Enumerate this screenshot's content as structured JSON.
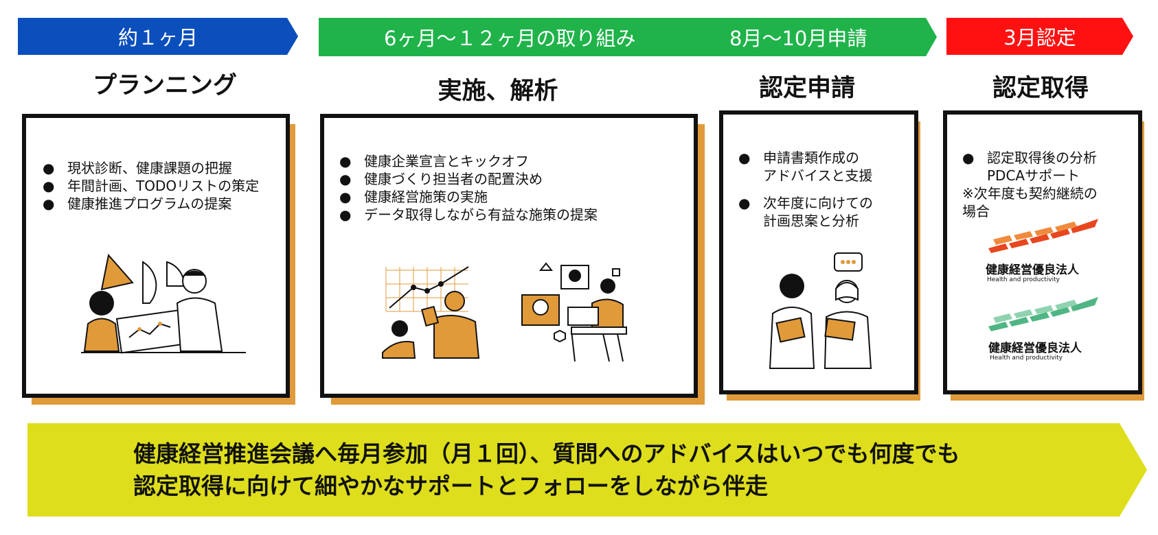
{
  "phases": {
    "phase1_label": "約１ヶ月",
    "phase2_label": "6ヶ月～１２ヶ月の取り組み",
    "phase3_label": "8月～10月申請",
    "phase4_label": "3月認定"
  },
  "steps": [
    {
      "title": "プランニング",
      "bullets": [
        "現状診断、健康課題の把握",
        "年間計画、TODOリストの策定",
        "健康推進プログラムの提案"
      ]
    },
    {
      "title": "実施、解析",
      "bullets": [
        "健康企業宣言とキックオフ",
        "健康づくり担当者の配置決め",
        "健康経営施策の実施",
        "データ取得しながら有益な施策の提案"
      ]
    },
    {
      "title": "認定申請",
      "bullets": [
        {
          "line1": "申請書類作成の",
          "line2": "アドバイスと支援"
        },
        {
          "line1": "次年度に向けての",
          "line2": "計画思案と分析"
        }
      ]
    },
    {
      "title": "認定取得",
      "bullet_line1": "認定取得後の分析",
      "bullet_line2": "PDCAサポート",
      "note_line1": "※次年度も契約継続の",
      "note_line2": "場合",
      "logo_title": "健康経営優良法人",
      "logo_subtitle": "Health and productivity"
    }
  ],
  "bullet_symbol": "●",
  "banner": {
    "line1": "健康経営推進会議へ毎月参加（月１回）、質問へのアドバイスはいつでも何度でも",
    "line2": "認定取得に向けて細やかなサポートとフォローをしながら伴走"
  },
  "colors": {
    "phase1": "#0b4fbd",
    "phase2": "#1fb34a",
    "phase4": "#ff1111",
    "shadow": "#e09a3a",
    "banner": "#dede1c",
    "logo_top": "#e8461e",
    "logo_bottom": "#4fb583"
  }
}
